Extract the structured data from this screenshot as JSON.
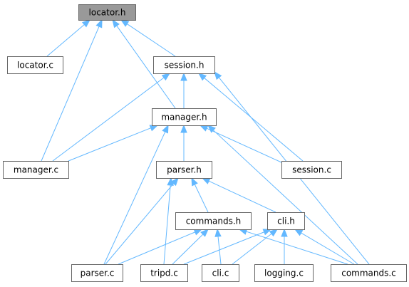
{
  "graph": {
    "edge_color": "#63b8ff",
    "root_fill": "#999999",
    "node_border": "#666666",
    "nodes": [
      {
        "id": "locator_h",
        "label": "locator.h",
        "root": true
      },
      {
        "id": "locator_c",
        "label": "locator.c"
      },
      {
        "id": "session_h",
        "label": "session.h"
      },
      {
        "id": "manager_h",
        "label": "manager.h"
      },
      {
        "id": "manager_c",
        "label": "manager.c"
      },
      {
        "id": "parser_h",
        "label": "parser.h"
      },
      {
        "id": "session_c",
        "label": "session.c"
      },
      {
        "id": "commands_h",
        "label": "commands.h"
      },
      {
        "id": "cli_h",
        "label": "cli.h"
      },
      {
        "id": "parser_c",
        "label": "parser.c"
      },
      {
        "id": "tripd_c",
        "label": "tripd.c"
      },
      {
        "id": "cli_c",
        "label": "cli.c"
      },
      {
        "id": "logging_c",
        "label": "logging.c"
      },
      {
        "id": "commands_c",
        "label": "commands.c"
      }
    ],
    "edges": [
      {
        "from": "locator_h",
        "to": "locator_c"
      },
      {
        "from": "locator_h",
        "to": "session_h"
      },
      {
        "from": "locator_h",
        "to": "manager_h"
      },
      {
        "from": "locator_h",
        "to": "manager_c"
      },
      {
        "from": "session_h",
        "to": "manager_h"
      },
      {
        "from": "session_h",
        "to": "manager_c"
      },
      {
        "from": "session_h",
        "to": "session_c"
      },
      {
        "from": "session_h",
        "to": "commands_c"
      },
      {
        "from": "manager_h",
        "to": "manager_c"
      },
      {
        "from": "manager_h",
        "to": "parser_h"
      },
      {
        "from": "manager_h",
        "to": "session_c"
      },
      {
        "from": "manager_h",
        "to": "parser_c"
      },
      {
        "from": "manager_h",
        "to": "commands_c"
      },
      {
        "from": "parser_h",
        "to": "commands_h"
      },
      {
        "from": "parser_h",
        "to": "cli_h"
      },
      {
        "from": "parser_h",
        "to": "parser_c"
      },
      {
        "from": "parser_h",
        "to": "tripd_c"
      },
      {
        "from": "commands_h",
        "to": "parser_c"
      },
      {
        "from": "commands_h",
        "to": "tripd_c"
      },
      {
        "from": "commands_h",
        "to": "cli_c"
      },
      {
        "from": "commands_h",
        "to": "commands_c"
      },
      {
        "from": "cli_h",
        "to": "tripd_c"
      },
      {
        "from": "cli_h",
        "to": "cli_c"
      },
      {
        "from": "cli_h",
        "to": "logging_c"
      },
      {
        "from": "cli_h",
        "to": "commands_c"
      }
    ]
  }
}
